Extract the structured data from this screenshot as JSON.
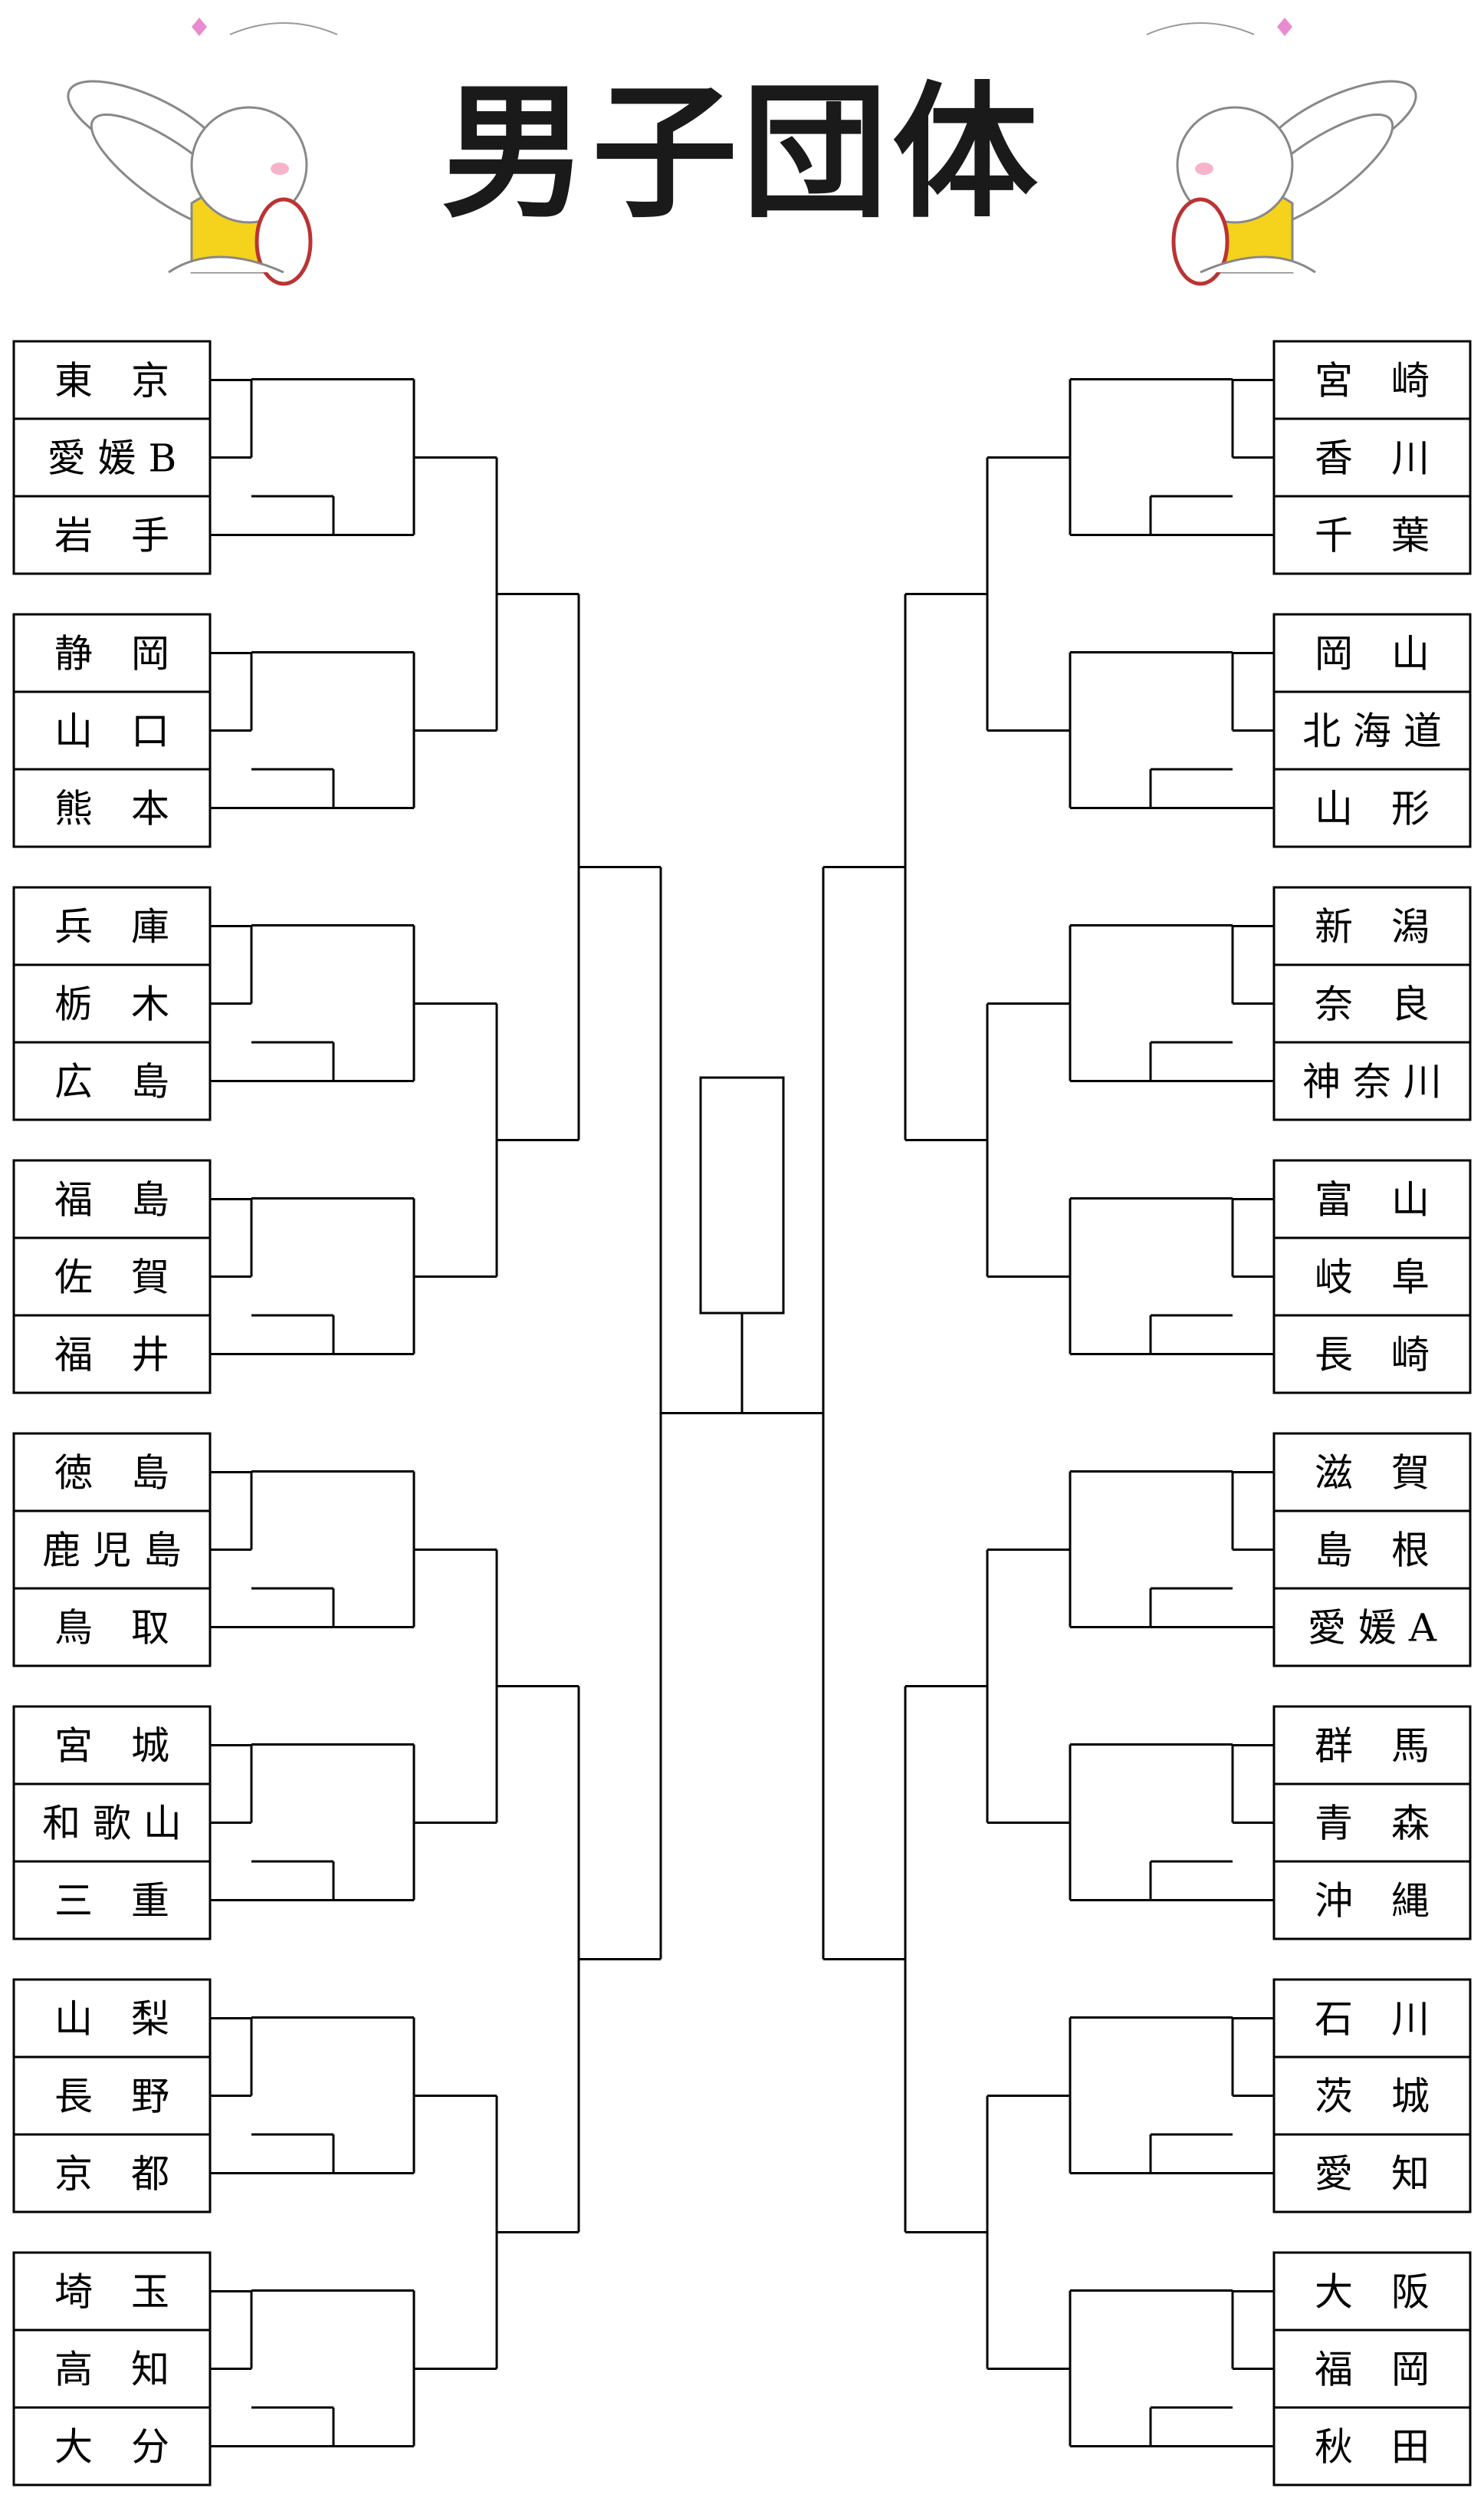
{
  "title": "男子団体",
  "left_groups": [
    [
      "東　京",
      "愛 媛 B",
      "岩　手"
    ],
    [
      "静　岡",
      "山　口",
      "熊　本"
    ],
    [
      "兵　庫",
      "栃　木",
      "広　島"
    ],
    [
      "福　島",
      "佐　賀",
      "福　井"
    ],
    [
      "徳　島",
      "鹿 児 島",
      "鳥　取"
    ],
    [
      "宮　城",
      "和 歌 山",
      "三　重"
    ],
    [
      "山　梨",
      "長　野",
      "京　都"
    ],
    [
      "埼　玉",
      "高　知",
      "大　分"
    ]
  ],
  "right_groups": [
    [
      "宮　崎",
      "香　川",
      "千　葉"
    ],
    [
      "岡　山",
      "北 海 道",
      "山　形"
    ],
    [
      "新　潟",
      "奈　良",
      "神 奈 川"
    ],
    [
      "富　山",
      "岐　阜",
      "長　崎"
    ],
    [
      "滋　賀",
      "島　根",
      "愛 媛 A"
    ],
    [
      "群　馬",
      "青　森",
      "沖　縄"
    ],
    [
      "石　川",
      "茨　城",
      "愛　知"
    ],
    [
      "大　阪",
      "福　岡",
      "秋　田"
    ]
  ],
  "icons": {
    "left": "rabbit-tennis-mascot-icon",
    "right": "rabbit-tennis-mascot-icon"
  }
}
